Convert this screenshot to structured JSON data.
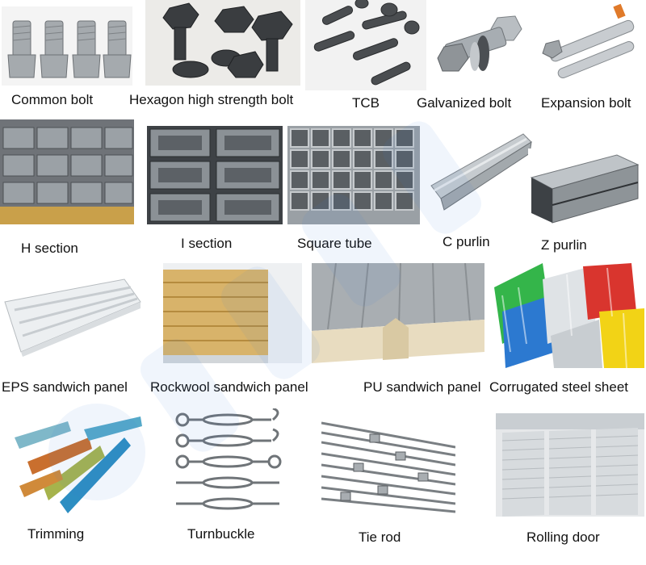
{
  "products": [
    {
      "id": "common-bolt",
      "label": "Common bolt"
    },
    {
      "id": "hexagon-bolt",
      "label": "Hexagon high strength bolt"
    },
    {
      "id": "tcb",
      "label": "TCB"
    },
    {
      "id": "galvanized-bolt",
      "label": "Galvanized bolt"
    },
    {
      "id": "expansion-bolt",
      "label": "Expansion bolt"
    },
    {
      "id": "h-section",
      "label": "H section"
    },
    {
      "id": "i-section",
      "label": "I section"
    },
    {
      "id": "square-tube",
      "label": "Square tube"
    },
    {
      "id": "c-purlin",
      "label": "C purlin"
    },
    {
      "id": "z-purlin",
      "label": "Z purlin"
    },
    {
      "id": "eps-panel",
      "label": "EPS sandwich panel"
    },
    {
      "id": "rockwool-panel",
      "label": "Rockwool sandwich panel"
    },
    {
      "id": "pu-panel",
      "label": "PU sandwich panel"
    },
    {
      "id": "corrugated-sheet",
      "label": "Corrugated steel sheet"
    },
    {
      "id": "trimming",
      "label": "Trimming"
    },
    {
      "id": "turnbuckle",
      "label": "Turnbuckle"
    },
    {
      "id": "tie-rod",
      "label": "Tie rod"
    },
    {
      "id": "rolling-door",
      "label": "Rolling door"
    }
  ],
  "colors": {
    "steel": "#9aa0a6",
    "steel_dark": "#4a4e52",
    "foam": "#e8dcc0",
    "rockwool": "#d8b36a",
    "watermark": "#3a7bd5"
  }
}
